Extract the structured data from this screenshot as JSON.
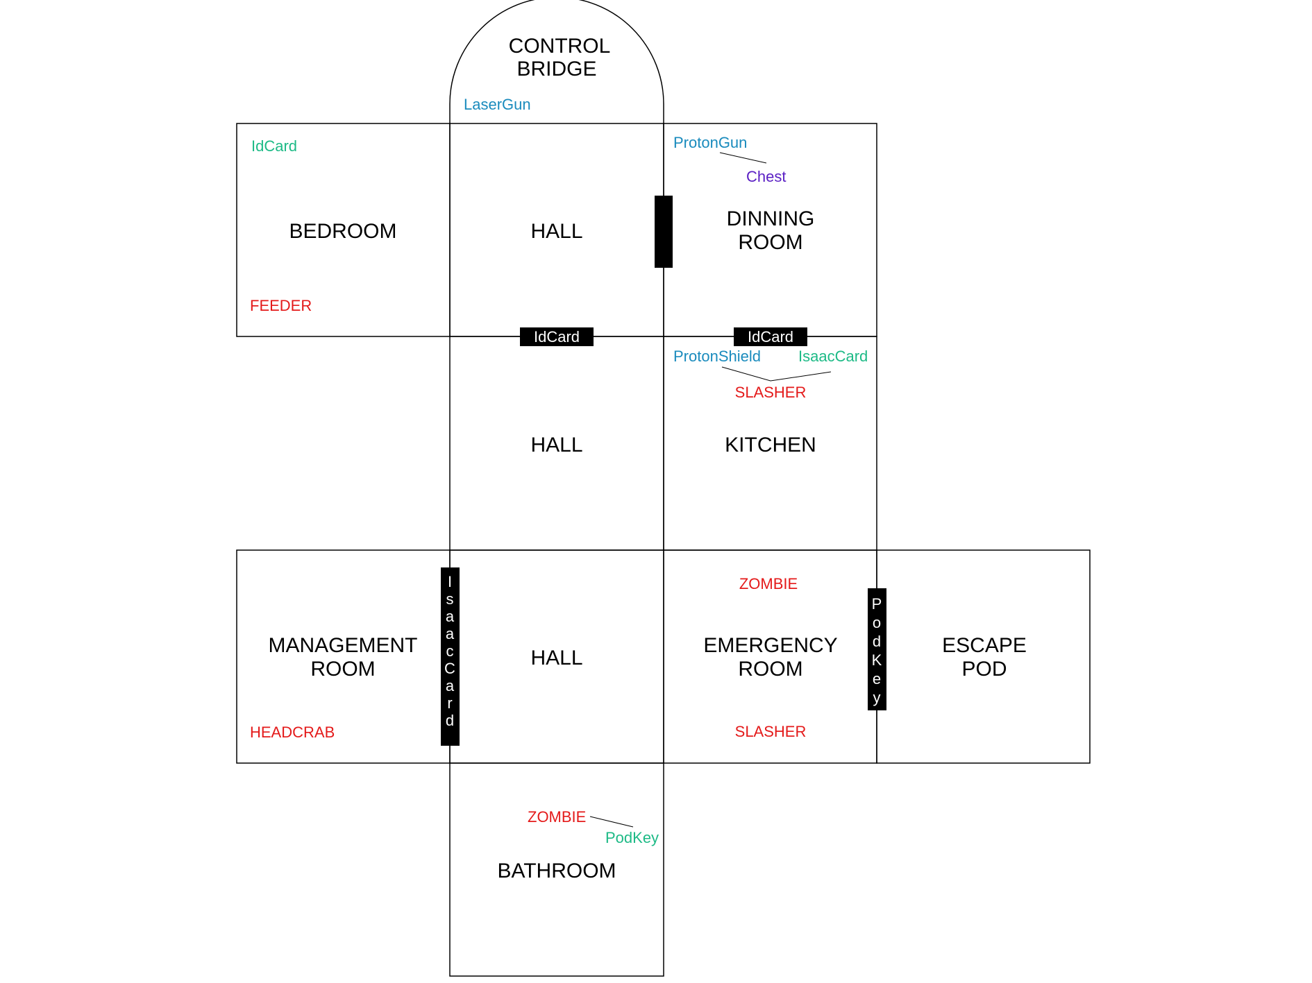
{
  "colors": {
    "item": "#1a8bbd",
    "key": "#1dba86",
    "enemy": "#e41a1a",
    "container": "#5a1fc4",
    "wall": "#000000",
    "door": "#000000"
  },
  "rooms": {
    "control_bridge": [
      "CONTROL",
      "BRIDGE"
    ],
    "bedroom": [
      "BEDROOM"
    ],
    "hall_top": [
      "HALL"
    ],
    "dinning_room": [
      "DINNING",
      "ROOM"
    ],
    "hall_middle": [
      "HALL"
    ],
    "kitchen": [
      "KITCHEN"
    ],
    "management_room": [
      "MANAGEMENT",
      "ROOM"
    ],
    "hall_bottom": [
      "HALL"
    ],
    "emergency_room": [
      "EMERGENCY",
      "ROOM"
    ],
    "escape_pod": [
      "ESCAPE",
      "POD"
    ],
    "bathroom": [
      "BATHROOM"
    ]
  },
  "labels": {
    "control_bridge_item": "LaserGun",
    "bedroom_key": "IdCard",
    "bedroom_enemy": "FEEDER",
    "dinning_item": "ProtonGun",
    "dinning_container": "Chest",
    "kitchen_item": "ProtonShield",
    "kitchen_key": "IsaacCard",
    "kitchen_enemy": "SLASHER",
    "emergency_enemy_top": "ZOMBIE",
    "emergency_enemy_bottom": "SLASHER",
    "management_enemy": "HEADCRAB",
    "bathroom_enemy": "ZOMBIE",
    "bathroom_key": "PodKey"
  },
  "doors": {
    "hall_to_hall": "IdCard",
    "dinning_to_kitchen": "IdCard",
    "management_to_hall": "IsaacCard",
    "emergency_to_pod": "PodKey"
  }
}
